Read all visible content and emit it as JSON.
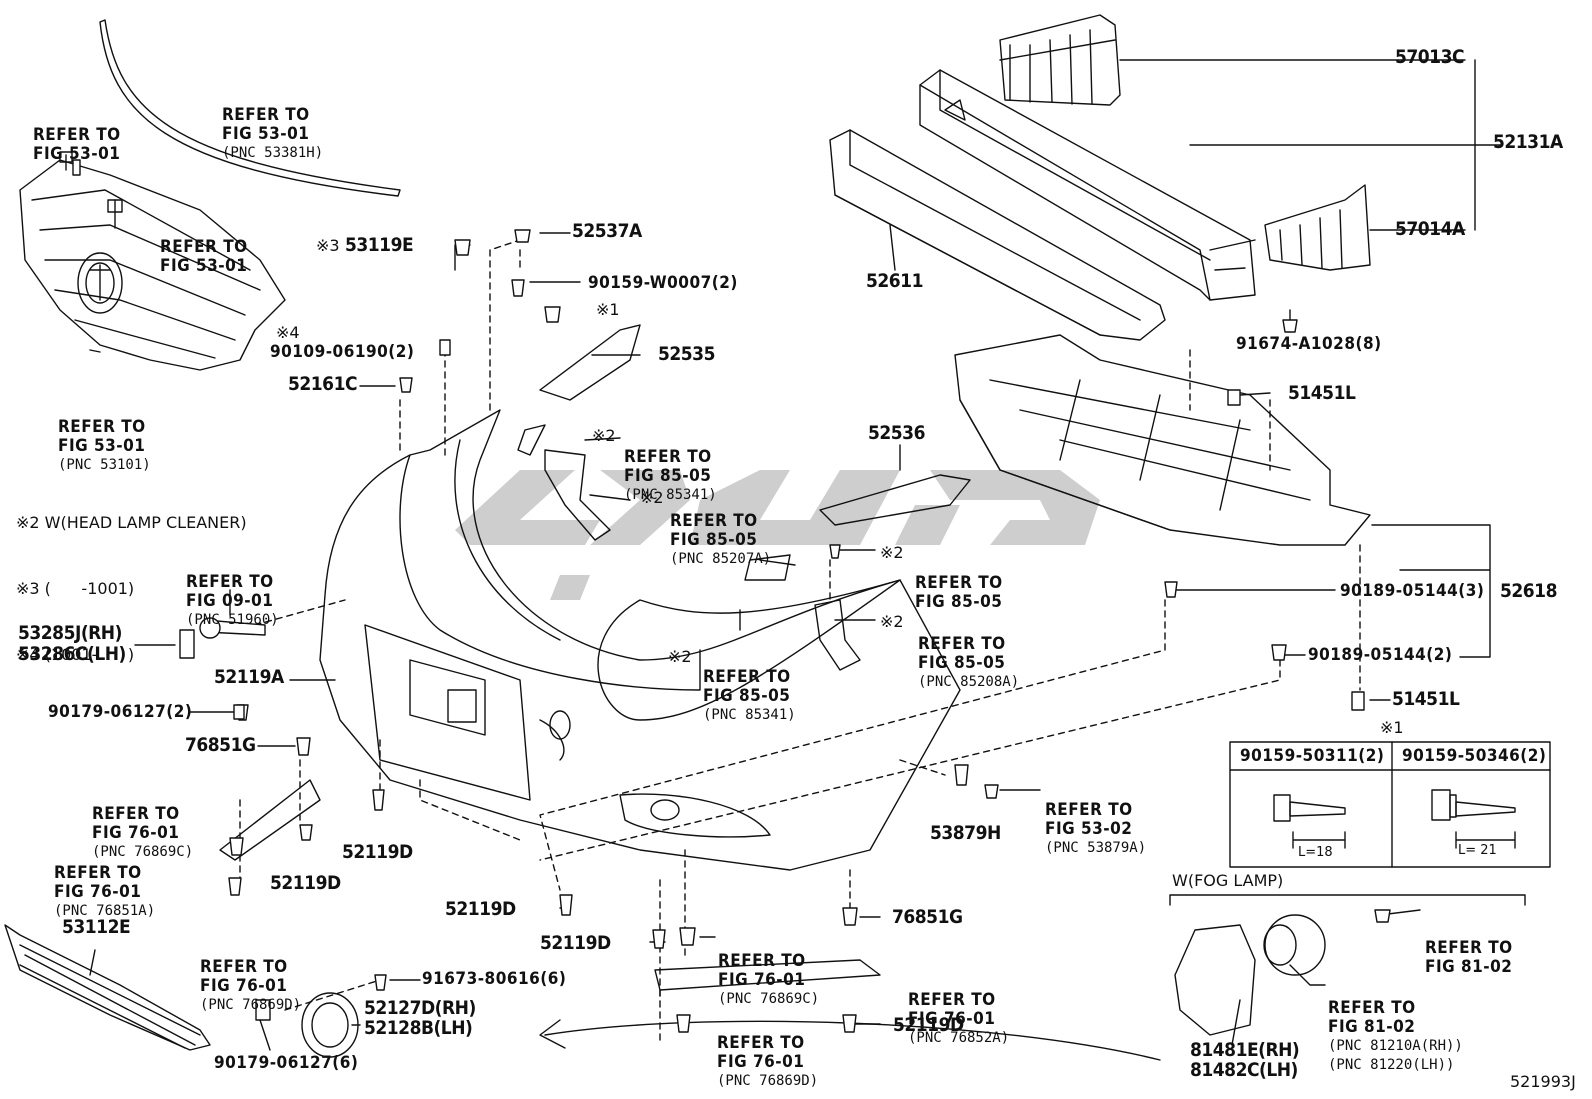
{
  "diagram": {
    "drawing_number": "521993J",
    "labels": {
      "p57013C": "57013C",
      "p52131A": "52131A",
      "p57014A": "57014A",
      "p52611": "52611",
      "p91674": "91674-A1028(8)",
      "p52537A": "52537A",
      "p90159w": "90159-W0007(2)",
      "p52535": "52535",
      "p53119E": "53119E",
      "p90109": "90109-06190(2)",
      "p52161C": "52161C",
      "p51451L_a": "51451L",
      "p51451L_b": "51451L",
      "p52536": "52536",
      "p52618": "52618",
      "p90189_3": "90189-05144(3)",
      "p90189_2": "90189-05144(2)",
      "p53285J": "53285J(RH)",
      "p53286C": "53286C(LH)",
      "p52119A": "52119A",
      "p90179_2": "90179-06127(2)",
      "p76851G_a": "76851G",
      "p76851G_b": "76851G",
      "p52119D_a": "52119D",
      "p52119D_b": "52119D",
      "p52119D_c": "52119D",
      "p52119D_d": "52119D",
      "p52119D_e": "52119D",
      "p53879H": "53879H",
      "p53112E": "53112E",
      "p91673": "91673-80616(6)",
      "p52127D": "52127D(RH)",
      "p52128B": "52128B(LH)",
      "p90179_6": "90179-06127(6)",
      "p81481E": "81481E(RH)",
      "p81482C": "81482C(LH)"
    },
    "marks": {
      "m1": "※1",
      "m2": "※2",
      "m3": "※3",
      "m4": "※4"
    },
    "refer_to": "REFER TO",
    "figs": {
      "f5301": "FIG 53-01",
      "f8505": "FIG 85-05",
      "f0901": "FIG 09-01",
      "f7601": "FIG 76-01",
      "f5302": "FIG 53-02",
      "f8102": "FIG 81-02"
    },
    "pncs": {
      "n53381H": "(PNC 53381H)",
      "n53101": "(PNC 53101)",
      "n85341": "(PNC 85341)",
      "n85207A": "(PNC 85207A)",
      "n85208A": "(PNC 85208A)",
      "n51960": "(PNC 51960)",
      "n76869C": "(PNC 76869C)",
      "n76851A": "(PNC 76851A)",
      "n76869D": "(PNC 76869D)",
      "n53879A": "(PNC 53879A)",
      "n76852A": "(PNC 76852A)",
      "n81210A": "(PNC 81210A(RH))",
      "n81220": "(PNC 81220(LH))"
    },
    "notes": {
      "n2": "※2 W(HEAD LAMP CLEANER)",
      "n3": "※3 (      -1001)",
      "n4": "※4 (1001-      )",
      "fog": "W(FOG LAMP)"
    },
    "bolt_table": {
      "col1": "90159-50311(2)",
      "col2": "90159-50346(2)",
      "len1": "L=18",
      "len2": "L= 21"
    },
    "colors": {
      "line": "#111111",
      "watermark": "#c8c8c8"
    }
  }
}
